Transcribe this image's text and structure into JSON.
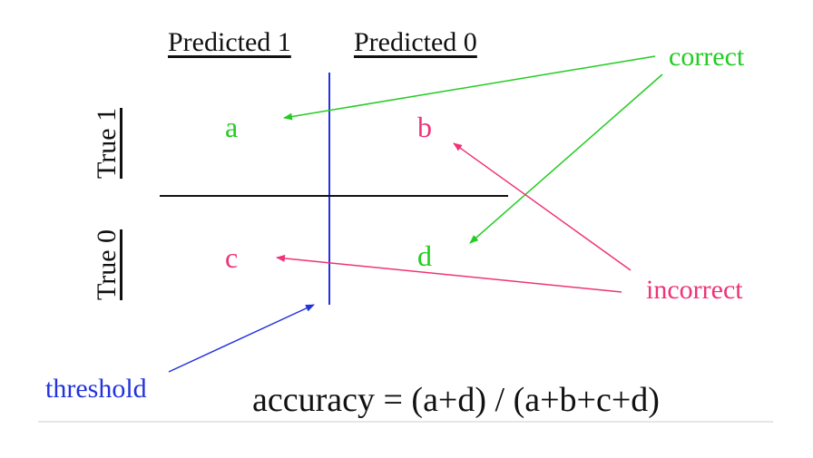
{
  "columns": {
    "predicted_1": "Predicted 1",
    "predicted_0": "Predicted 0"
  },
  "rows": {
    "true_1": "True 1",
    "true_0": "True 0"
  },
  "cells": {
    "a": "a",
    "b": "b",
    "c": "c",
    "d": "d"
  },
  "annotations": {
    "correct": "correct",
    "incorrect": "incorrect",
    "threshold": "threshold"
  },
  "formula": "accuracy = (a+d) / (a+b+c+d)",
  "colors": {
    "correct": "#22cc22",
    "incorrect": "#ee3377",
    "threshold": "#2233dd",
    "text": "#111111",
    "divider": "#111111",
    "baseline": "#cccccc"
  }
}
